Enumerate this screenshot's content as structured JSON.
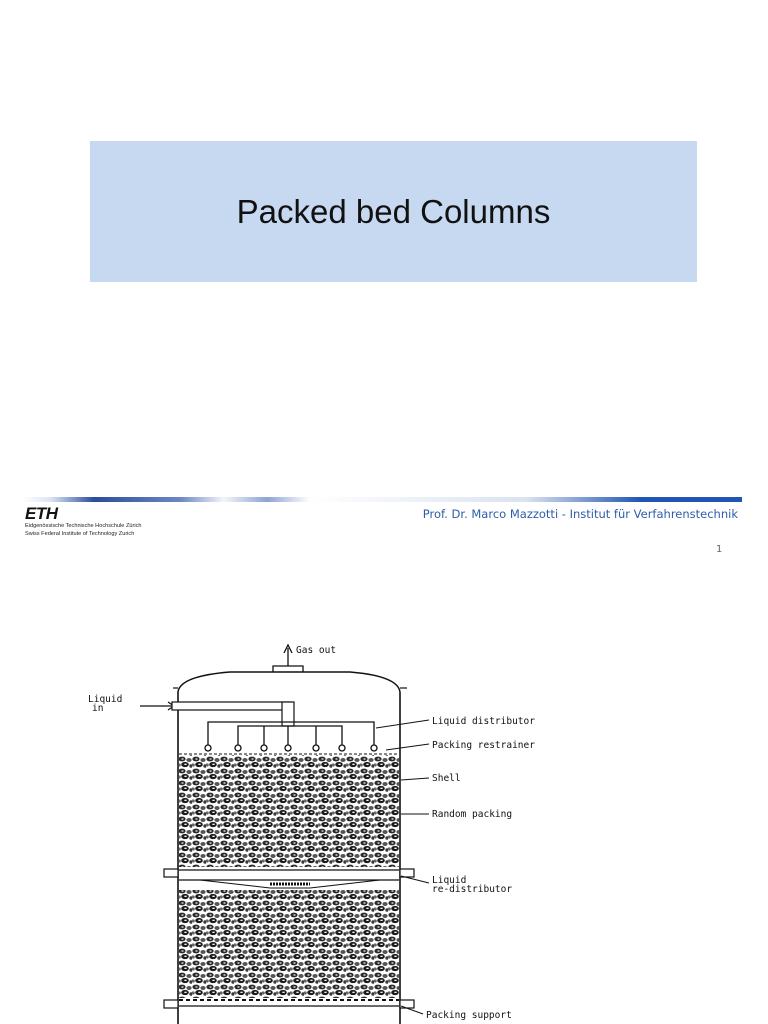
{
  "slide1": {
    "title": "Packed bed Columns",
    "logo_text": "ETH",
    "logo_line1": "Eidgenössische Technische Hochschule Zürich",
    "logo_line2": "Swiss Federal Institute of Technology Zurich",
    "author": "Prof. Dr. Marco Mazzotti - Institut für Verfahrenstechnik",
    "page_number": "1"
  },
  "figure": {
    "labels": {
      "gas_out": "Gas out",
      "liquid_in_1": "Liquid",
      "liquid_in_2": "in",
      "liquid_distributor": "Liquid distributor",
      "packing_restrainer": "Packing restrainer",
      "shell": "Shell",
      "random_packing": "Random packing",
      "liquid_redistributor_1": "Liquid",
      "liquid_redistributor_2": "re-distributor",
      "packing_support": "Packing support"
    }
  },
  "colors": {
    "title_box": "#c6d9f1",
    "author_text": "#2f5da8"
  }
}
